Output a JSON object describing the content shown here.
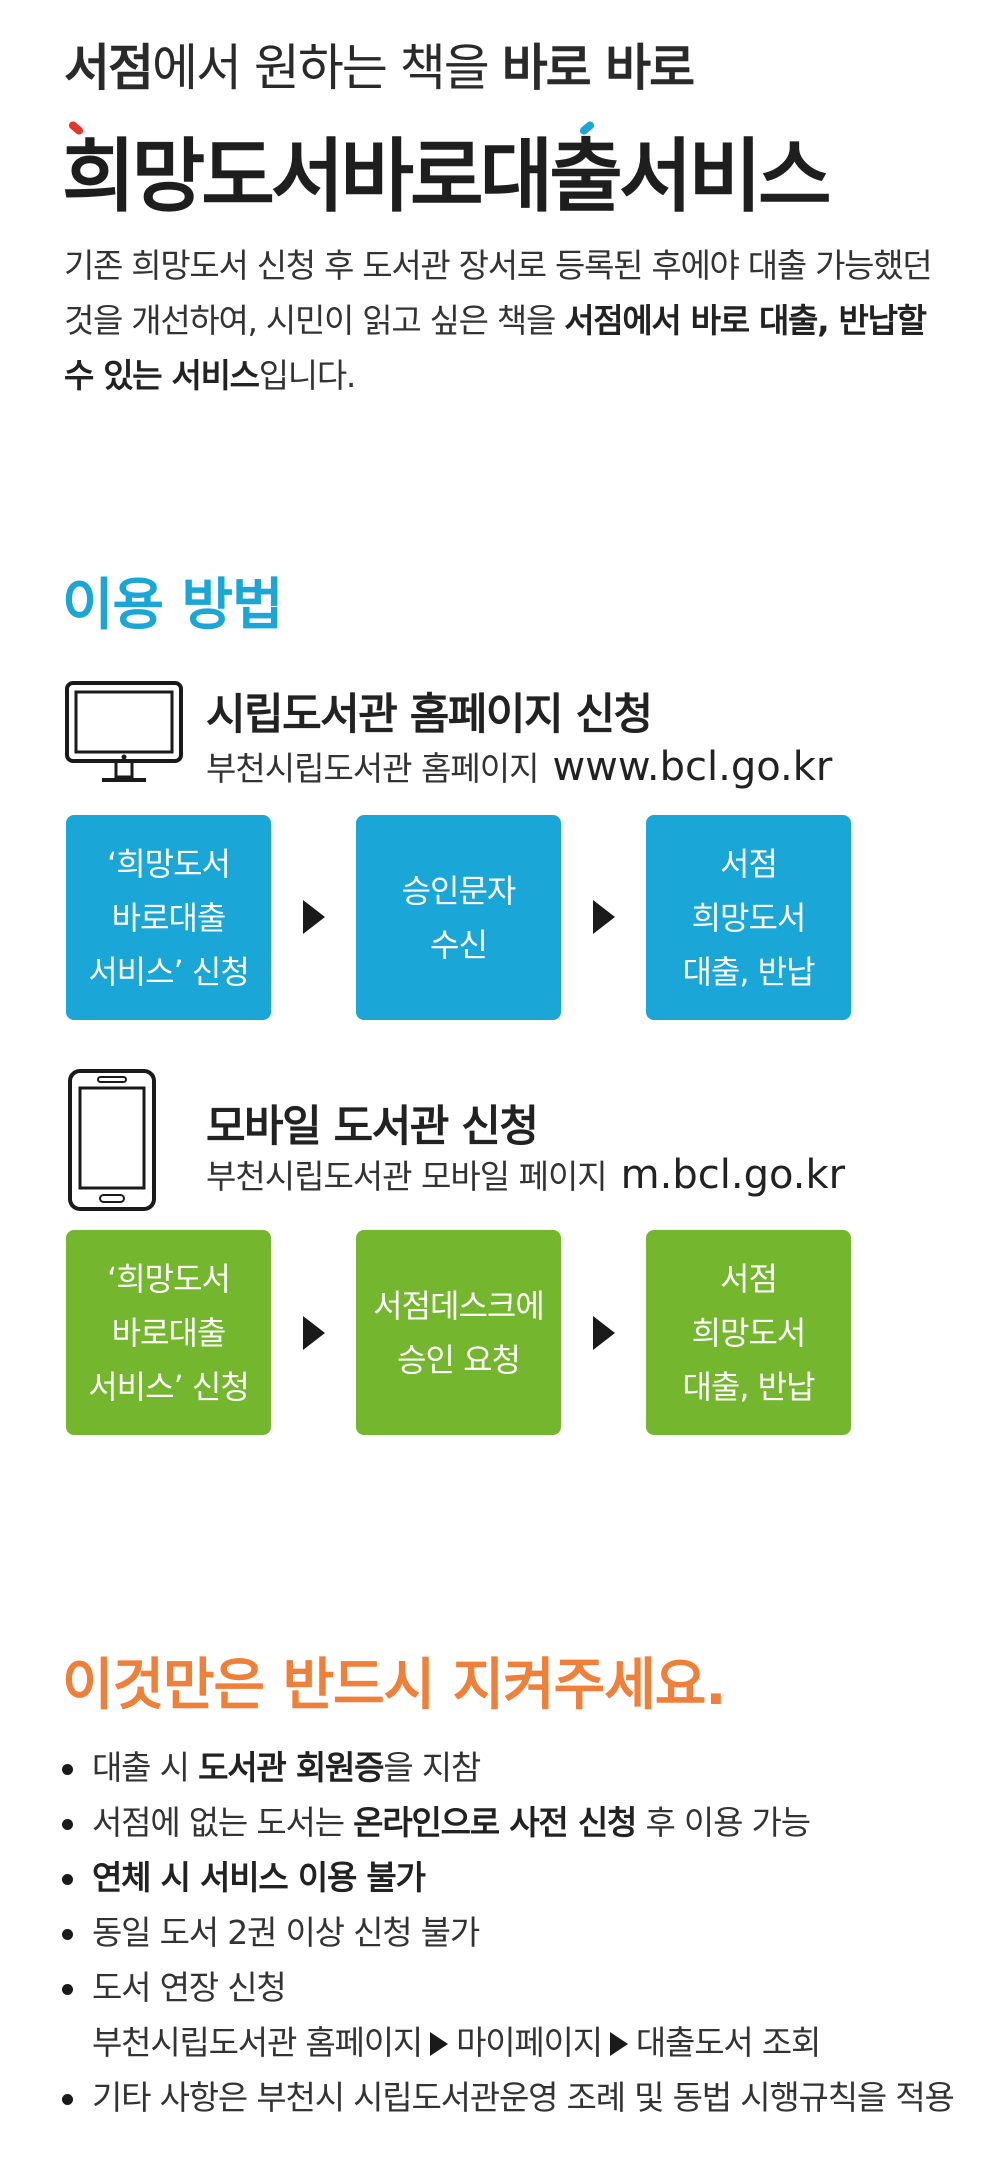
{
  "intro": {
    "tagline": {
      "bold1": "서점",
      "text": "에서 원하는 책을 ",
      "bold2": "바로 바로"
    },
    "title": {
      "part1": "희",
      "part2": "망도서바로대",
      "part3": "출",
      "part4": "서비스"
    },
    "description": {
      "text1": "기존 희망도서 신청 후 도서관 장서로 등록된 후에야 대출 가능했던 것을 개선하여, 시민이 읽고 싶은 책을 ",
      "bold": "서점에서 바로 대출, 반납할 수 있는 서비스",
      "text2": "입니다."
    }
  },
  "how_to": {
    "title": "이용 방법",
    "methods": [
      {
        "icon": "monitor-icon",
        "title": "시립도서관 홈페이지 신청",
        "subtitle": "부천시립도서관 홈페이지",
        "url": "www.bcl.go.kr",
        "color": "#1aa6d6",
        "steps": [
          "‘희망도서\n바로대출\n서비스’ 신청",
          "승인문자\n수신",
          "서점\n희망도서\n대출, 반납"
        ]
      },
      {
        "icon": "smartphone-icon",
        "title": "모바일 도서관 신청",
        "subtitle": "부천시립도서관 모바일 페이지",
        "url": "m.bcl.go.kr",
        "color": "#74b72e",
        "steps": [
          "‘희망도서\n바로대출\n서비스’ 신청",
          "서점데스크에\n승인 요청",
          "서점\n희망도서\n대출, 반납"
        ]
      }
    ]
  },
  "notice": {
    "title": "이것만은 반드시 지켜주세요.",
    "items": [
      {
        "pre": "대출 시 ",
        "bold": "도서관 회원증",
        "post": "을 지참"
      },
      {
        "pre": "서점에 없는 도서는 ",
        "bold": "온라인으로 사전 신청",
        "post": " 후 이용 가능"
      },
      {
        "pre": "",
        "bold": "연체 시 서비스 이용 불가",
        "post": ""
      },
      {
        "pre": "동일 도서 2권 이상 신청 불가",
        "bold": "",
        "post": ""
      },
      {
        "pre": "도서 연장 신청",
        "bold": "",
        "post": "",
        "path": [
          "부천시립도서관 홈페이지",
          "마이페이지",
          "대출도서 조회"
        ]
      },
      {
        "pre": "기타 사항은 부천시 시립도서관운영 조례 및 동법 시행규칙을 적용",
        "bold": "",
        "post": ""
      }
    ]
  }
}
